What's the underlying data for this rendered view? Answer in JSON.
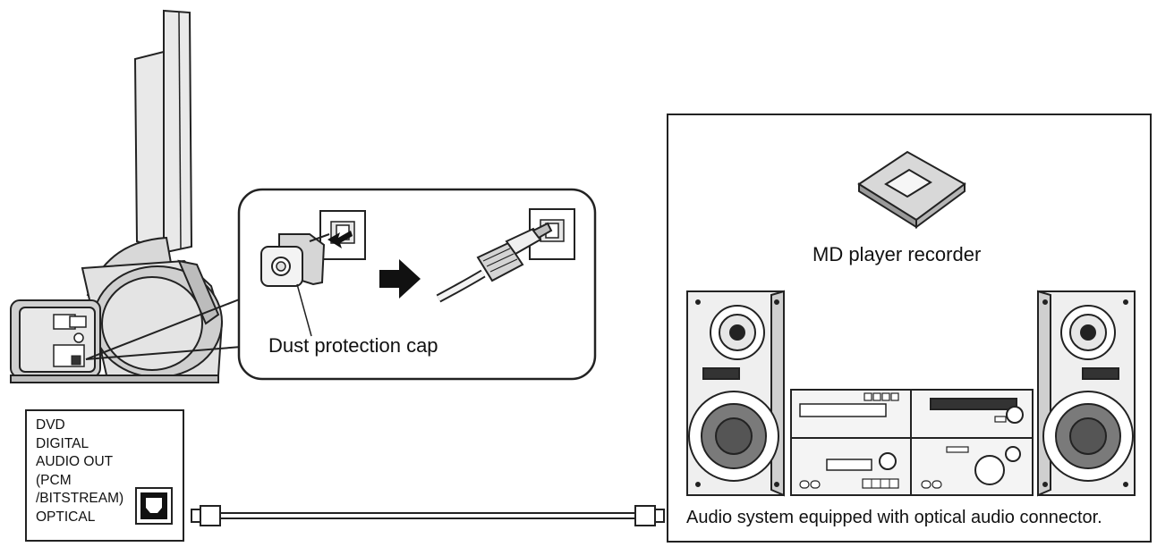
{
  "labels": {
    "dust_cap": "Dust protection cap",
    "md_player": "MD player recorder",
    "system_caption": "Audio system equipped with optical audio connector."
  },
  "port_panel": {
    "lines": [
      "DVD",
      "DIGITAL",
      "AUDIO  OUT",
      "(PCM",
      "/BITSTREAM)",
      "OPTICAL"
    ]
  },
  "colors": {
    "line": "#222222",
    "fill_light": "#f2f2f2",
    "fill_mid": "#cfcfcf",
    "fill_dark": "#8a8a8a",
    "arrow": "#111111"
  }
}
